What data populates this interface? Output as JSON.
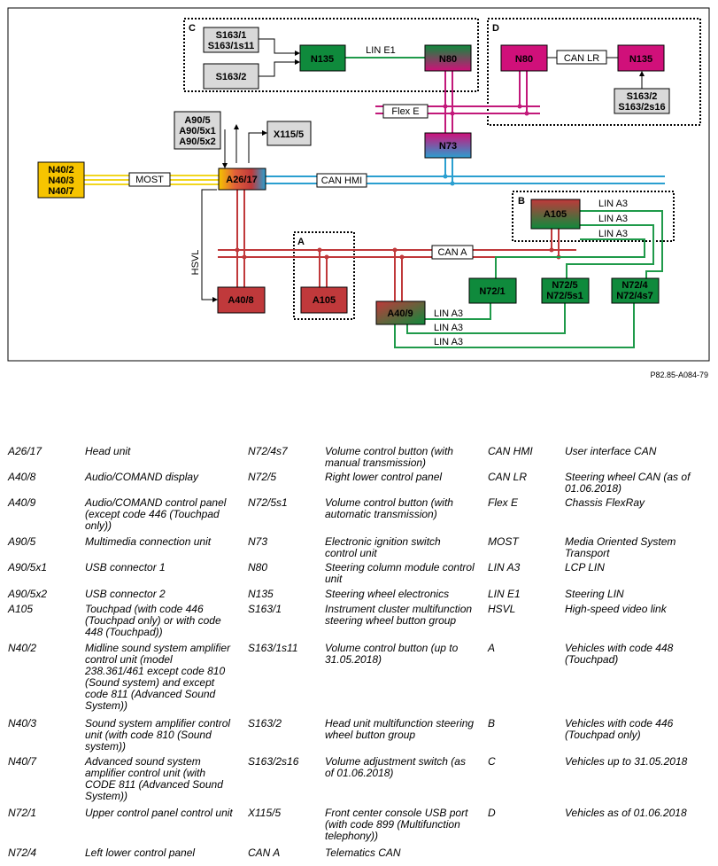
{
  "diagram": {
    "figure_id": "P82.85-A084-79",
    "regions": {
      "C": "C",
      "D": "D",
      "A": "A",
      "B": "B"
    },
    "nodes": {
      "s163_1": "S163/1",
      "s163_1s11": "S163/1s11",
      "s163_2_left": "S163/2",
      "n135_left": "N135",
      "n80_left": "N80",
      "n80_right": "N80",
      "n135_right": "N135",
      "s163_2_right": "S163/2",
      "s163_2s16": "S163/2s16",
      "a90_5": "A90/5",
      "a90_5x1": "A90/5x1",
      "a90_5x2": "A90/5x2",
      "x115_5": "X115/5",
      "n73": "N73",
      "n40_2": "N40/2",
      "n40_3": "N40/3",
      "n40_7": "N40/7",
      "a26_17": "A26/17",
      "a105_b": "A105",
      "a105_a": "A105",
      "a40_8": "A40/8",
      "a40_9": "A40/9",
      "n72_1": "N72/1",
      "n72_5": "N72/5",
      "n72_5s1": "N72/5s1",
      "n72_4": "N72/4",
      "n72_4s7": "N72/4s7"
    },
    "bus_labels": {
      "lin_e1": "LIN E1",
      "can_lr": "CAN LR",
      "flex_e": "Flex E",
      "most": "MOST",
      "can_hmi": "CAN HMI",
      "lin_a3_1": "LIN A3",
      "lin_a3_2": "LIN A3",
      "lin_a3_3": "LIN A3",
      "can_a": "CAN A",
      "hsvl": "HSVL",
      "lin_a3_4": "LIN A3",
      "lin_a3_5": "LIN A3",
      "lin_a3_6": "LIN A3"
    },
    "colors": {
      "most_bus": "#f2d61f",
      "can_hmi_bus": "#2a9fd0",
      "can_a_bus": "#c0393b",
      "lin_bus": "#1f9a4a",
      "flex_bus": "#c2187a",
      "node_green": "#0f8a3c",
      "node_magenta": "#d0107a",
      "node_red": "#c0393b",
      "node_yellow": "#f6c400",
      "node_gray": "#d9d9d9"
    }
  },
  "legend": {
    "col1": [
      {
        "code": "A26/17",
        "desc": "Head unit"
      },
      {
        "code": "A40/8",
        "desc": "Audio/COMAND display"
      },
      {
        "code": "A40/9",
        "desc": "Audio/COMAND control panel (except code 446 (Touchpad only))"
      },
      {
        "code": "A90/5",
        "desc": "Multimedia connection unit"
      },
      {
        "code": "A90/5x1",
        "desc": "USB connector 1"
      },
      {
        "code": "A90/5x2",
        "desc": "USB connector 2"
      },
      {
        "code": "A105",
        "desc": "Touchpad (with code 446 (Touchpad only) or with code 448 (Touchpad))"
      },
      {
        "code": "N40/2",
        "desc": "Midline sound system amplifier control unit (model 238.361/461 except code 810 (Sound system) and except code 811 (Advanced Sound System))"
      },
      {
        "code": "N40/3",
        "desc": "Sound system amplifier control unit (with code 810 (Sound system))"
      },
      {
        "code": "N40/7",
        "desc": "Advanced sound system amplifier control unit (with CODE 811 (Advanced Sound System))"
      },
      {
        "code": "N72/1",
        "desc": "Upper control panel control unit"
      },
      {
        "code": "N72/4",
        "desc": "Left lower control panel"
      }
    ],
    "col2": [
      {
        "code": "N72/4s7",
        "desc": "Volume control button (with manual transmission)"
      },
      {
        "code": "N72/5",
        "desc": "Right lower control panel"
      },
      {
        "code": "N72/5s1",
        "desc": "Volume control button (with automatic transmission)"
      },
      {
        "code": "N73",
        "desc": "Electronic ignition switch control unit"
      },
      {
        "code": "N80",
        "desc": "Steering column module control unit"
      },
      {
        "code": "N135",
        "desc": "Steering wheel electronics"
      },
      {
        "code": "S163/1",
        "desc": "Instrument cluster multifunction steering wheel button group"
      },
      {
        "code": "S163/1s11",
        "desc": "Volume control button (up to 31.05.2018)"
      },
      {
        "code": "S163/2",
        "desc": "Head unit multifunction steering wheel button group"
      },
      {
        "code": "S163/2s16",
        "desc": "Volume adjustment switch (as of 01.06.2018)"
      },
      {
        "code": "X115/5",
        "desc": "Front center console USB port (with code 899 (Multifunction telephony))"
      },
      {
        "code": "CAN A",
        "desc": "Telematics CAN"
      }
    ],
    "col3": [
      {
        "code": "CAN HMI",
        "desc": "User interface CAN"
      },
      {
        "code": "CAN LR",
        "desc": "Steering wheel CAN (as of 01.06.2018)"
      },
      {
        "code": "Flex E",
        "desc": "Chassis FlexRay"
      },
      {
        "code": "MOST",
        "desc": "Media Oriented System Transport"
      },
      {
        "code": "LIN A3",
        "desc": "LCP LIN"
      },
      {
        "code": "LIN E1",
        "desc": "Steering LIN"
      },
      {
        "code": "HSVL",
        "desc": "High-speed video link"
      },
      {
        "code": "A",
        "desc": "Vehicles with code 448 (Touchpad)"
      },
      {
        "code": "B",
        "desc": "Vehicles with code 446 (Touchpad only)"
      },
      {
        "code": "C",
        "desc": "Vehicles up to 31.05.2018"
      },
      {
        "code": "D",
        "desc": "Vehicles as of 01.06.2018"
      }
    ]
  }
}
